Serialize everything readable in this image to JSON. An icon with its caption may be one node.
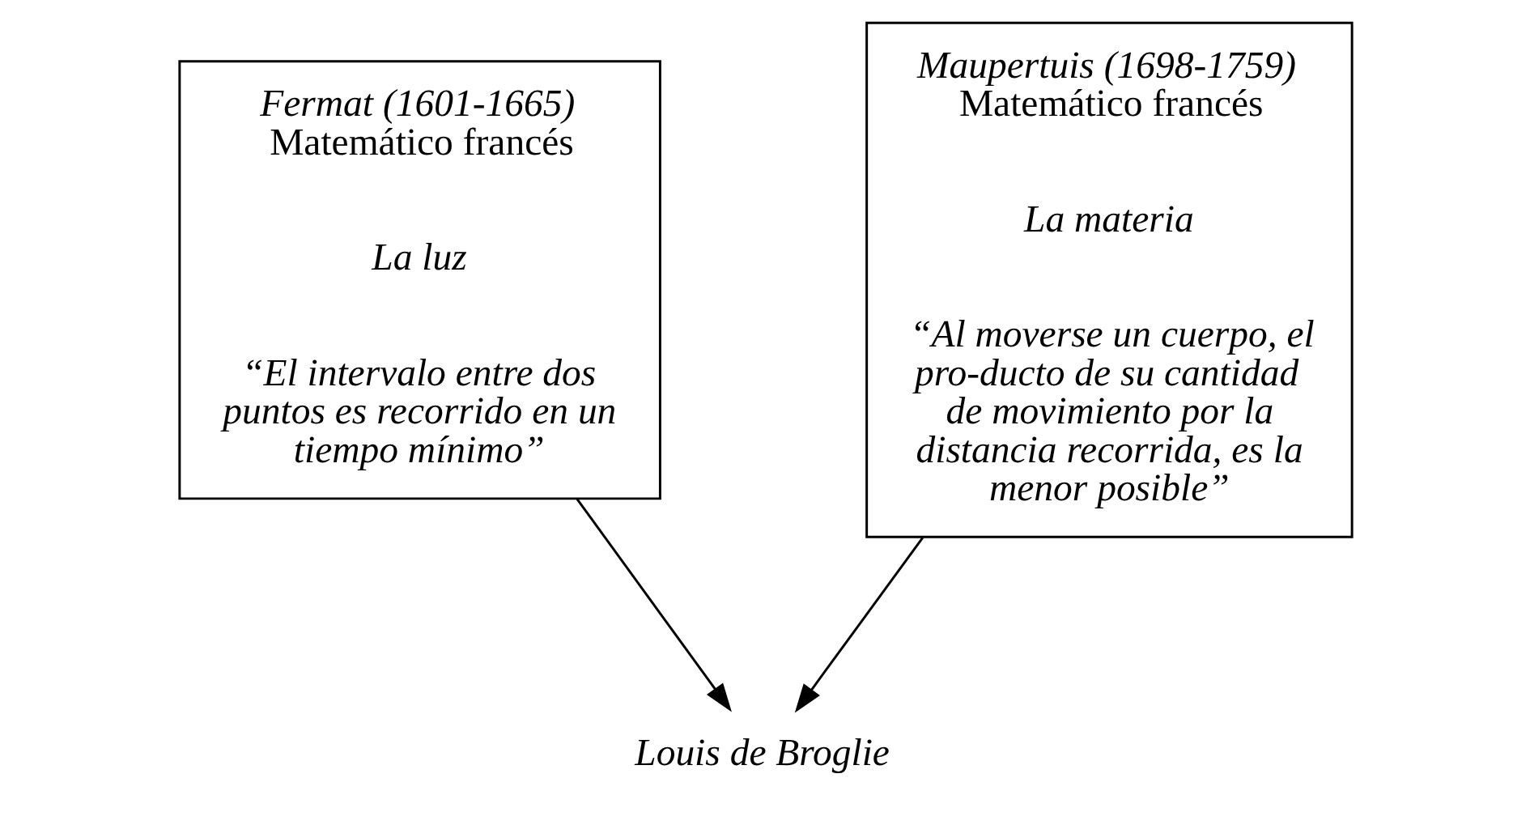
{
  "diagram": {
    "nodes": [
      {
        "text": [
          "Fermat (1601-1665)",
          "Matemático francés",
          "La luz",
          "“El intervalo entre dos puntos es recorrido en un tiempo mínimo”"
        ]
      },
      {
        "text": [
          "Maupertuis (1698-1759)",
          "Matemático francés",
          "La materia",
          "“Al moverse un cuerpo, el pro-ducto de su cantidad de movimiento por la distancia recorrida, es la menor posible”"
        ]
      },
      {
        "text": [
          "Louis de Broglie"
        ]
      }
    ],
    "edges": [
      {
        "from": 0,
        "to": 2,
        "arrow": "to"
      },
      {
        "from": 1,
        "to": 2,
        "arrow": "to"
      }
    ]
  }
}
